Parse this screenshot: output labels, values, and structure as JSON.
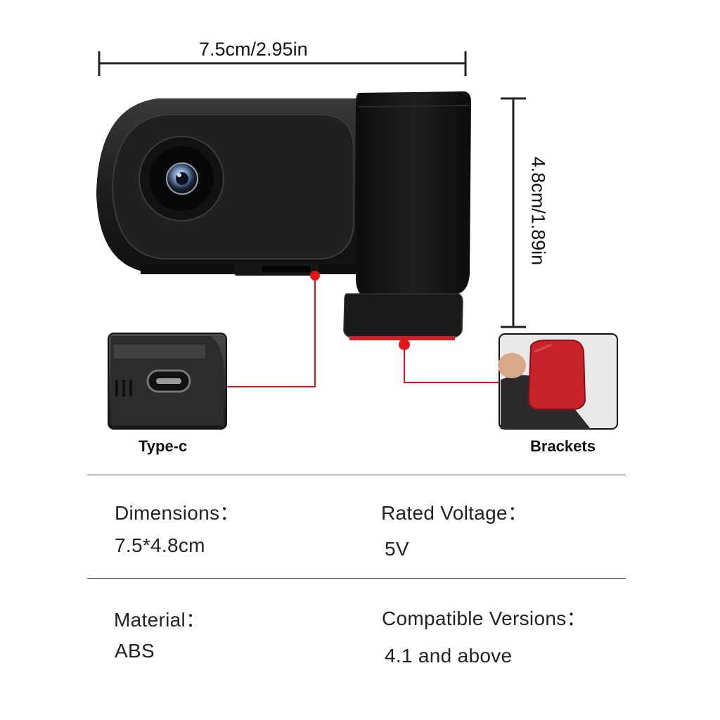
{
  "dimensions": {
    "width_label": "7.5cm/2.95in",
    "height_label": "4.8cm/1.89in"
  },
  "callouts": {
    "port_label": "Type-c",
    "bracket_label": "Brackets"
  },
  "specs": {
    "dimensions_label": "Dimensions：",
    "dimensions_value": "7.5*4.8cm",
    "voltage_label": "Rated Voltage：",
    "voltage_value": "5V",
    "material_label": "Material：",
    "material_value": "ABS",
    "versions_label": "Compatible Versions：",
    "versions_value": "4.1 and above"
  },
  "colors": {
    "callout_line": "#e0161c",
    "device_body": "#1c1c1e",
    "adhesive_pad": "#c8232a"
  }
}
